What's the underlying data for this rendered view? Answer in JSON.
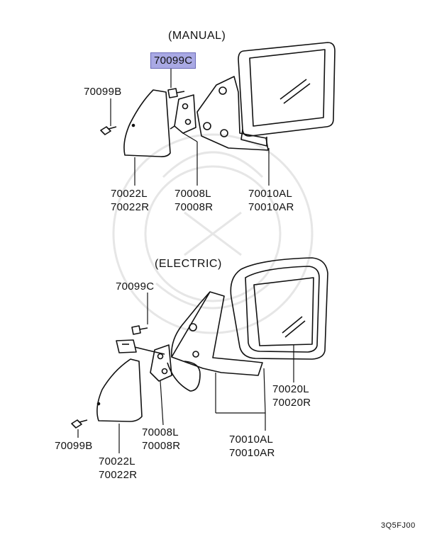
{
  "sections": {
    "manual_title": "(MANUAL)",
    "electric_title": "(ELECTRIC)"
  },
  "manual": {
    "highlighted_part": "70099C",
    "screw": "70099B",
    "cover": [
      "70022L",
      "70022R"
    ],
    "bracket": [
      "70008L",
      "70008R"
    ],
    "mirror": [
      "70010AL",
      "70010AR"
    ]
  },
  "electric": {
    "bolt": "70099C",
    "screw": "70099B",
    "cover": [
      "70022L",
      "70022R"
    ],
    "bracket": [
      "70008L",
      "70008R"
    ],
    "glass": [
      "70020L",
      "70020R"
    ],
    "mirror": [
      "70010AL",
      "70010AR"
    ]
  },
  "diagram_code": "3Q5FJ00",
  "colors": {
    "highlight": "#a9a9e4",
    "line": "#111111"
  }
}
